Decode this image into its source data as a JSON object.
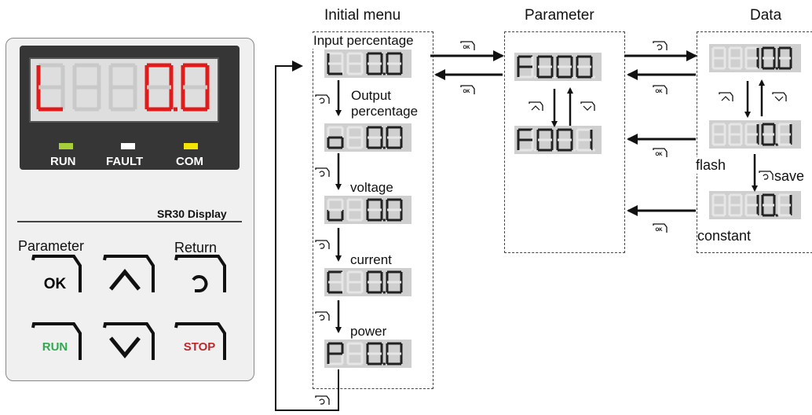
{
  "panel": {
    "main_display": "L.",
    "run_led_label": "RUN",
    "fault_led_label": "FAULT",
    "com_led_label": "COM",
    "model_label": "SR30 Display",
    "parameter_label": "Parameter",
    "return_label": "Return",
    "ok_key": "OK",
    "run_key": "RUN",
    "stop_key": "STOP",
    "colors": {
      "run_led": "#a6cf3a",
      "fault_led": "#ffffff",
      "com_led": "#f3e500",
      "digits": "#e11a1a",
      "run_key": "#2fa84f",
      "stop_key": "#c0272d"
    }
  },
  "initial_menu": {
    "title": "Initial menu",
    "items": [
      {
        "label": "Input percentage",
        "prefix": "L"
      },
      {
        "label": "Output percentage",
        "prefix": "o"
      },
      {
        "label": "voltage",
        "prefix": "u"
      },
      {
        "label": "current",
        "prefix": "C"
      },
      {
        "label": "power",
        "prefix": "P"
      }
    ],
    "value": "0.0"
  },
  "parameter": {
    "title": "Parameter",
    "codes": [
      "F000",
      "F001"
    ]
  },
  "data": {
    "title": "Data",
    "values": [
      "10.0",
      "10.1",
      "10.1"
    ],
    "flash_label": "flash",
    "save_label": "save",
    "constant_label": "constant"
  }
}
